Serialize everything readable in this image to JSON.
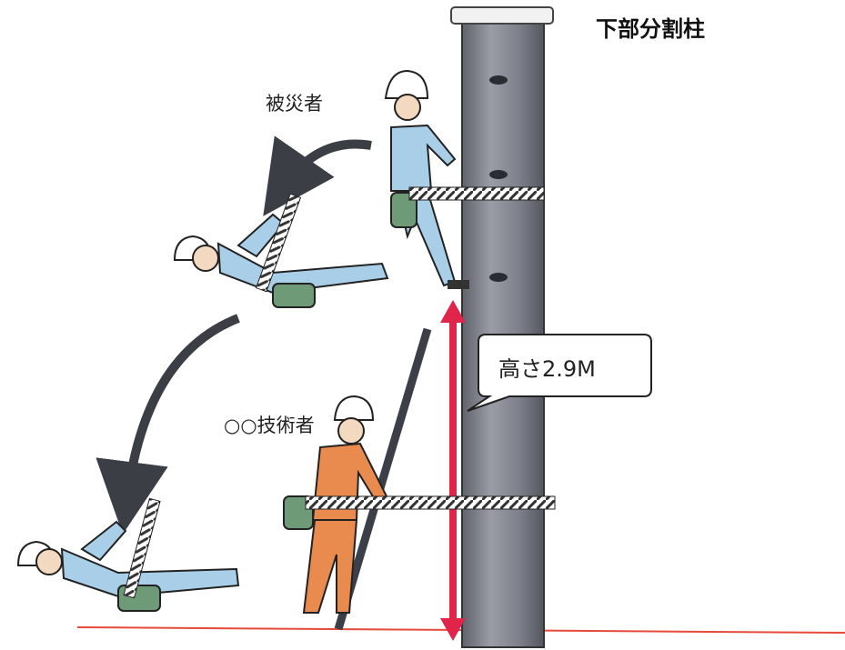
{
  "diagram": {
    "title": "下部分割柱",
    "victim_label": "被災者",
    "technician_label": "○○技術者",
    "height_callout": "高さ2.9M"
  },
  "colors": {
    "pole": "#7d7f8a",
    "height_arrow": "#e0244a",
    "ground_line": "#e64a3a",
    "worker_clothes": "#a9cfe8",
    "technician_clothes": "#e98a4f",
    "bag": "#6f9a78",
    "fall_arrow": "#3c3e46"
  },
  "icons": [
    "helmet-icon",
    "fall-arrow-icon",
    "double-arrow-icon",
    "safety-belt-icon"
  ]
}
